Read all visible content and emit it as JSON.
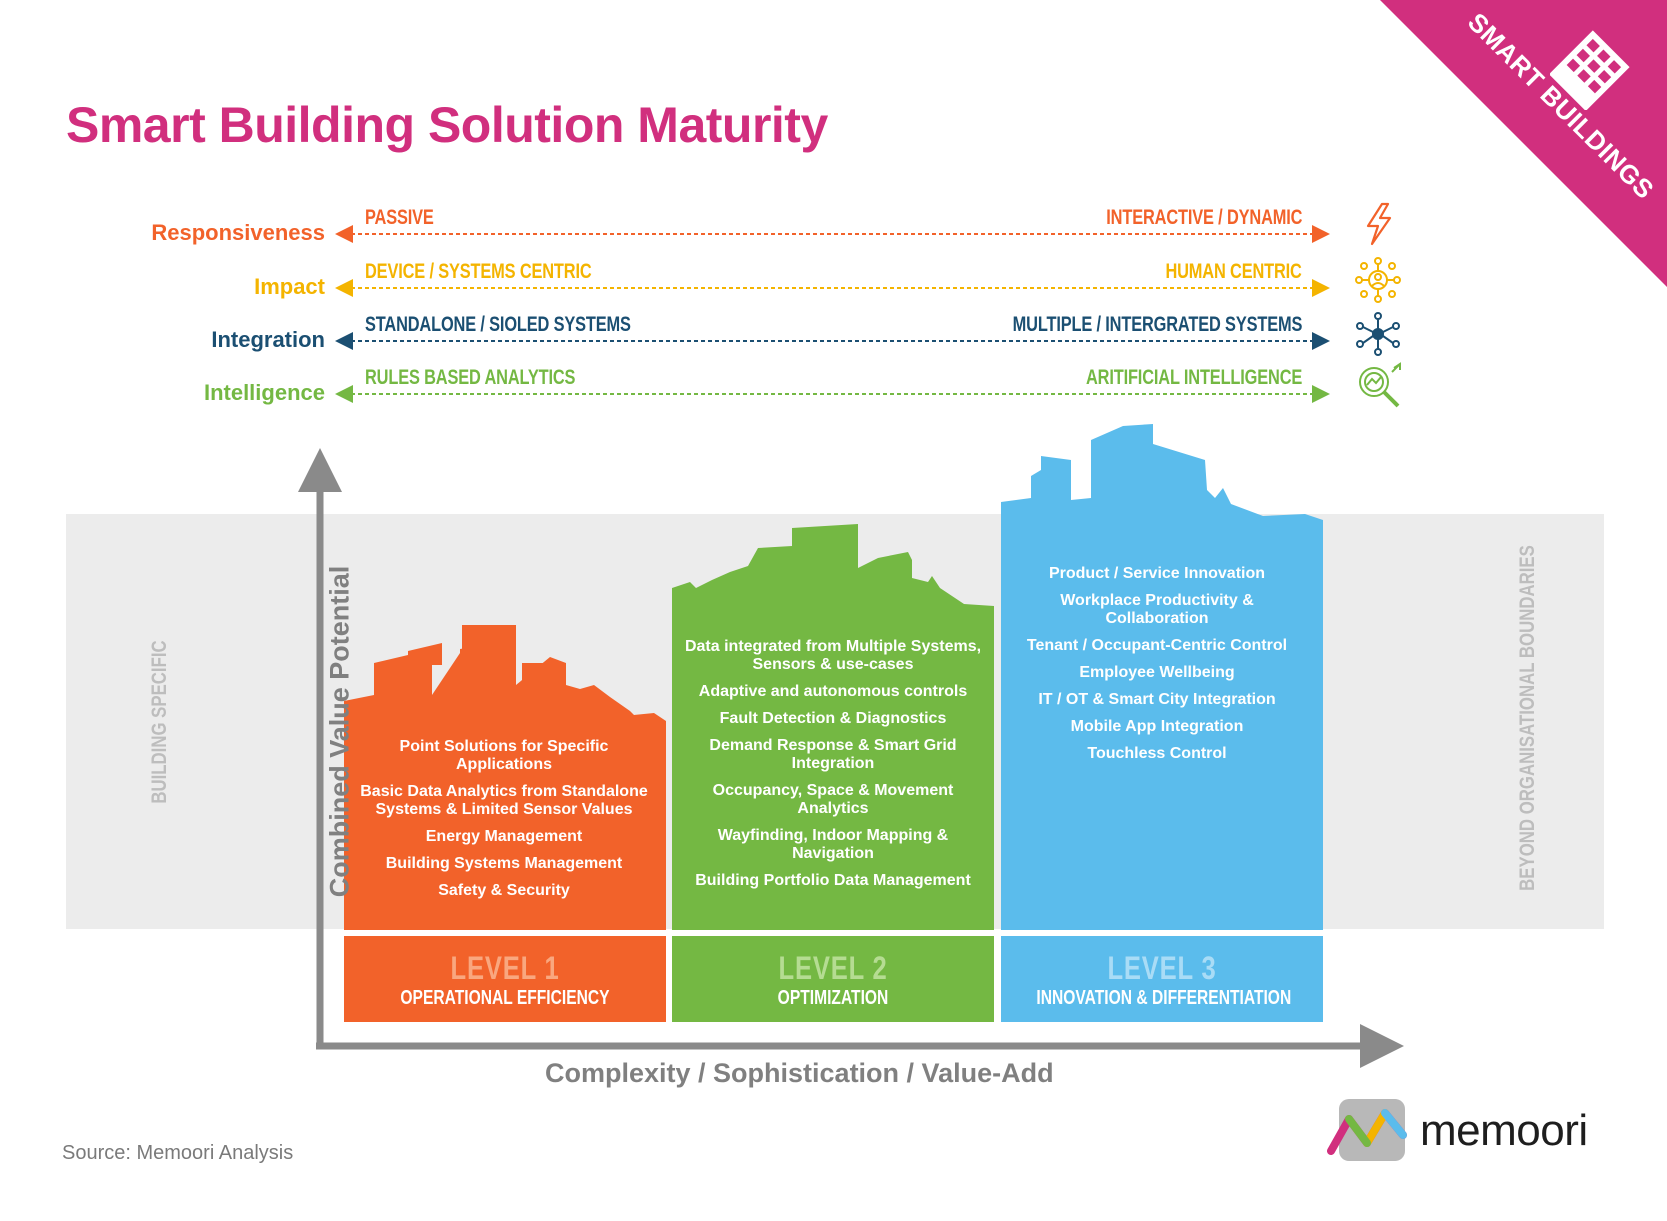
{
  "title": "Smart Building Solution Maturity",
  "corner_badge": {
    "label": "SMART BUILDINGS",
    "color": "#d12f7e",
    "icon": "building-icon"
  },
  "dimensions": [
    {
      "label": "Responsiveness",
      "left": "PASSIVE",
      "right": "INTERACTIVE / DYNAMIC",
      "color": "#f2622a",
      "icon": "lightning-icon"
    },
    {
      "label": "Impact",
      "left": "DEVICE / SYSTEMS CENTRIC",
      "right": "HUMAN CENTRIC",
      "color": "#f4b400",
      "icon": "people-network-icon"
    },
    {
      "label": "Integration",
      "left": "STANDALONE / SIOLED SYSTEMS",
      "right": "MULTIPLE / INTERGRATED SYSTEMS",
      "color": "#1b4f72",
      "icon": "network-hub-icon"
    },
    {
      "label": "Intelligence",
      "left": "RULES BASED ANALYTICS",
      "right": "ARITIFICIAL INTELLIGENCE",
      "color": "#74b843",
      "icon": "analytics-search-icon"
    }
  ],
  "side_labels": {
    "left": "BUILDING SPECIFIC",
    "right": "BEYOND ORGANISATIONAL BOUNDARIES"
  },
  "levels": [
    {
      "level": "LEVEL 1",
      "name": "OPERATIONAL EFFICIENCY",
      "color": "#f2622a",
      "items": [
        "Point Solutions for Specific Applications",
        "Basic Data Analytics from Standalone Systems & Limited Sensor Values",
        "Energy Management",
        "Building Systems Management",
        "Safety & Security"
      ]
    },
    {
      "level": "LEVEL 2",
      "name": "OPTIMIZATION",
      "color": "#74b843",
      "items": [
        "Data integrated from Multiple Systems, Sensors & use-cases",
        "Adaptive and autonomous controls",
        "Fault Detection & Diagnostics",
        "Demand Response & Smart Grid Integration",
        "Occupancy, Space & Movement Analytics",
        "Wayfinding, Indoor Mapping & Navigation",
        "Building Portfolio Data Management"
      ]
    },
    {
      "level": "LEVEL 3",
      "name": "INNOVATION & DIFFERENTIATION",
      "color": "#5bbcec",
      "items": [
        "Product / Service Innovation",
        "Workplace Productivity & Collaboration",
        "Tenant / Occupant-Centric Control",
        "Employee Wellbeing",
        "IT / OT & Smart City Integration",
        "Mobile App Integration",
        "Touchless Control"
      ]
    }
  ],
  "axes": {
    "y_label": "Combined Value Potential",
    "x_label": "Complexity / Sophistication / Value-Add"
  },
  "source": "Source: Memoori Analysis",
  "brand": {
    "name": "memoori",
    "icon": "memoori-logo-icon"
  }
}
